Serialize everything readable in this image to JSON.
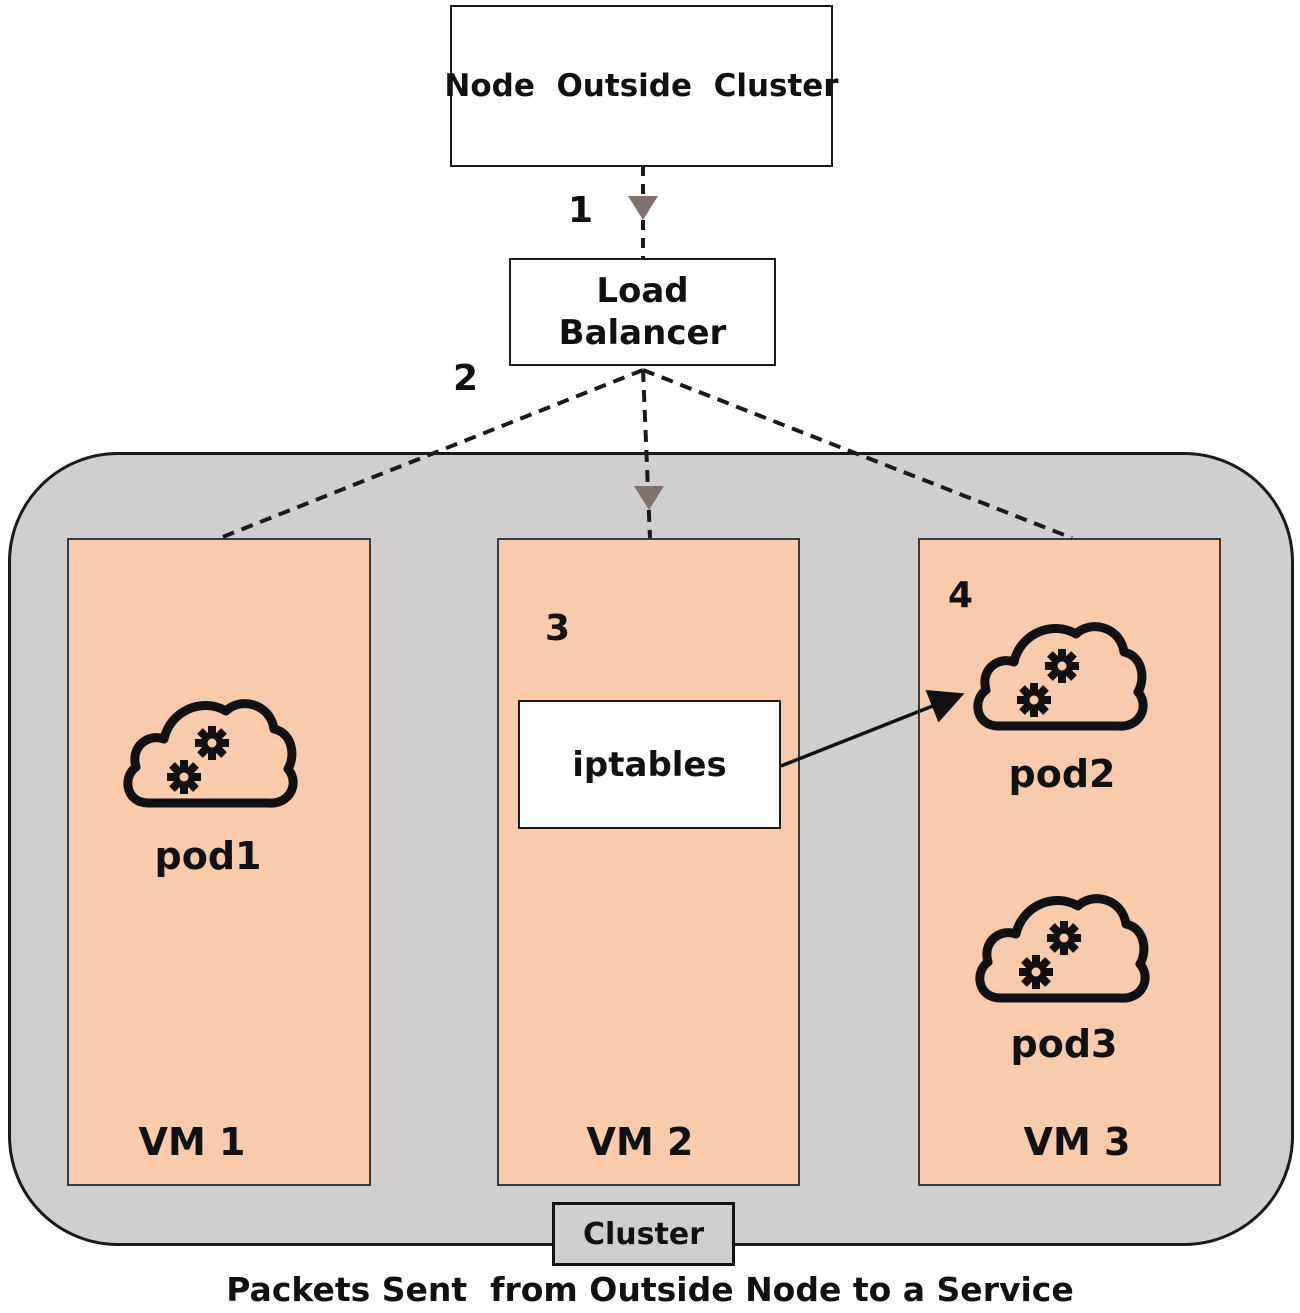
{
  "nodes": {
    "outside_node": "Node  Outside  Cluster",
    "load_balancer_line1": "Load",
    "load_balancer_line2": "Balancer",
    "iptables": "iptables",
    "cluster": "Cluster"
  },
  "steps": {
    "s1": "1",
    "s2": "2",
    "s3": "3",
    "s4": "4"
  },
  "vms": {
    "vm1": "VM 1",
    "vm2": "VM 2",
    "vm3": "VM 3"
  },
  "pods": {
    "pod1": "pod1",
    "pod2": "pod2",
    "pod3": "pod3"
  },
  "icons": {
    "pod": "cloud-gears-icon"
  },
  "caption": "Packets Sent  from Outside Node to a Service",
  "colors": {
    "vm_fill": "#f8cbad",
    "cluster_fill": "#d0cece",
    "dashed_arrow": "#7f7370",
    "line": "#111111"
  }
}
